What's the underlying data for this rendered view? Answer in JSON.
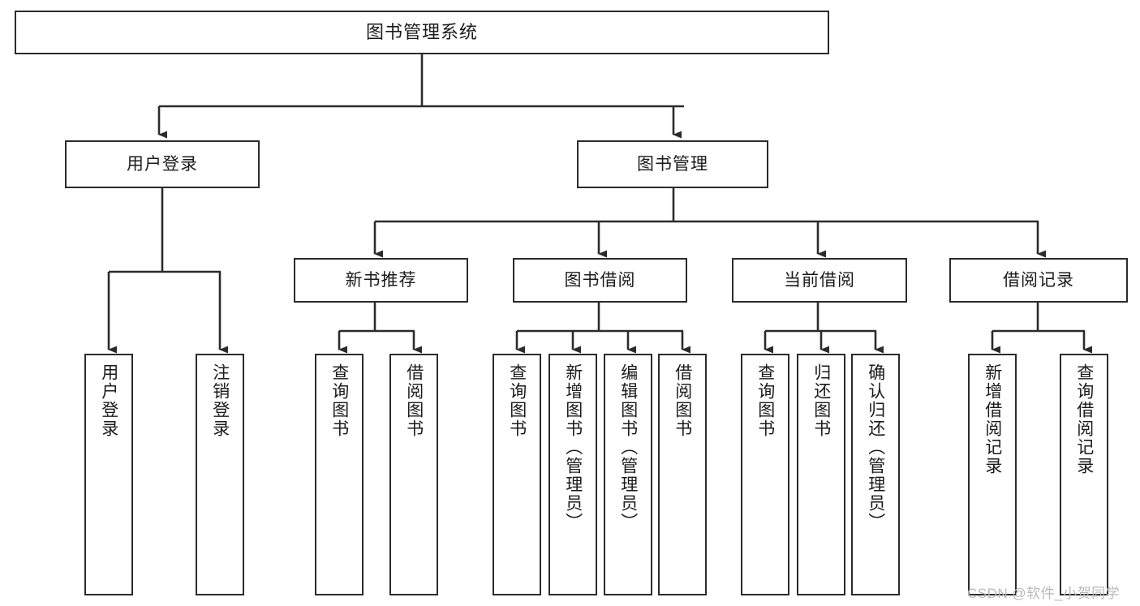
{
  "diagram": {
    "type": "tree-hierarchy-functional-decomposition",
    "title": "图书管理系统",
    "orientation": "top-down",
    "levels": 3,
    "root": {
      "label": "图书管理系统"
    },
    "level1": [
      {
        "id": "user-login",
        "label": "用户登录"
      },
      {
        "id": "book-management",
        "label": "图书管理"
      }
    ],
    "level2": [
      {
        "id": "new-book-recommend",
        "label": "新书推荐",
        "parent": "book-management"
      },
      {
        "id": "book-borrow",
        "label": "图书借阅",
        "parent": "book-management"
      },
      {
        "id": "current-borrow",
        "label": "当前借阅",
        "parent": "book-management"
      },
      {
        "id": "borrow-record",
        "label": "借阅记录",
        "parent": "book-management"
      }
    ],
    "leaves": [
      {
        "id": "leaf-user-login",
        "label": "用户登录",
        "parent": "user-login"
      },
      {
        "id": "leaf-logout-login",
        "label": "注销登录",
        "parent": "user-login"
      },
      {
        "id": "leaf-query-book-1",
        "label": "查询图书",
        "parent": "new-book-recommend"
      },
      {
        "id": "leaf-borrow-book-1",
        "label": "借阅图书",
        "parent": "new-book-recommend"
      },
      {
        "id": "leaf-query-book-2",
        "label": "查询图书",
        "parent": "book-borrow"
      },
      {
        "id": "leaf-add-book",
        "label": "新增图书（管理员）",
        "parent": "book-borrow"
      },
      {
        "id": "leaf-edit-book",
        "label": "编辑图书（管理员）",
        "parent": "book-borrow"
      },
      {
        "id": "leaf-borrow-book-2",
        "label": "借阅图书",
        "parent": "book-borrow"
      },
      {
        "id": "leaf-query-book-3",
        "label": "查询图书",
        "parent": "current-borrow"
      },
      {
        "id": "leaf-return-book",
        "label": "归还图书",
        "parent": "current-borrow"
      },
      {
        "id": "leaf-confirm-return",
        "label": "确认归还（管理员）",
        "parent": "current-borrow"
      },
      {
        "id": "leaf-add-record",
        "label": "新增借阅记录",
        "parent": "borrow-record"
      },
      {
        "id": "leaf-query-record",
        "label": "查询借阅记录",
        "parent": "borrow-record"
      }
    ],
    "watermark": "CSDN @软件_小贺同学",
    "colors": {
      "stroke": "#2b2b2b",
      "fill": "#ffffff",
      "text": "#1b1b1b",
      "watermark": "#b9b9b9"
    }
  }
}
